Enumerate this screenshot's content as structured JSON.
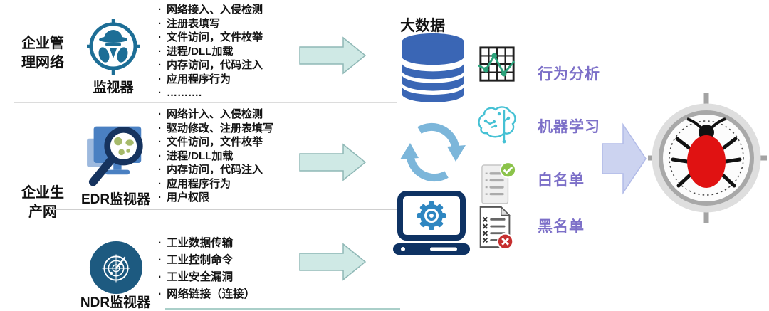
{
  "diagram_title": "EDR/NDR security monitoring data-flow diagram",
  "sections": [
    {
      "network_line1": "企业管",
      "network_line2": "理网络",
      "monitor_label": "监视器",
      "icon": "spy-crosshair-icon",
      "bullets": [
        "网络接入、入侵检测",
        "注册表填写",
        "文件访问，文件枚举",
        "进程/DLL加载",
        "内存访问，代码注入",
        "应用程序行为",
        "………."
      ]
    },
    {
      "network_line1": "企业生",
      "network_line2": "产网",
      "monitor_label": "EDR监视器",
      "icon": "magnifier-monitor-icon",
      "bullets": [
        "网络计入、入侵检测",
        "驱动修改、注册表填写",
        "文件访问，文件枚举",
        "进程/DLL加载",
        "内存访问，代码注入",
        "应用程序行为",
        "用户权限"
      ]
    },
    {
      "network_line1": "",
      "network_line2": "",
      "monitor_label": "NDR监视器",
      "icon": "radar-circle-icon",
      "bullets": [
        "工业数据传输",
        "工业控制命令",
        "工业安全漏洞",
        "网络链接（连接）"
      ]
    }
  ],
  "center": {
    "big_data_title": "大数据",
    "icons": [
      "database-icon",
      "sync-arrows-icon",
      "gear-monitor-icon"
    ]
  },
  "outputs": [
    {
      "label": "行为分析",
      "icon": "behavior-analysis-chart-icon"
    },
    {
      "label": "机器学习",
      "icon": "machine-learning-brain-icon"
    },
    {
      "label": "白名单",
      "icon": "whitelist-check-document-icon"
    },
    {
      "label": "黑名单",
      "icon": "blacklist-cross-document-icon"
    }
  ],
  "result": {
    "icon": "bug-in-target-icon"
  },
  "colors": {
    "arrow_teal_fill": "#cfe9e5",
    "arrow_teal_stroke": "#8fb8b6",
    "arrow_lavender_fill": "#ccd3f0",
    "label_purple": "#7c6fc8",
    "spy_teal": "#1d6e96",
    "edr_blue": "#4a80c2",
    "magnifier_navy": "#16335e",
    "germ_green": "#a6ba6b",
    "ndr_blue": "#1d5a80",
    "database_blue": "#3a66b5",
    "sync_blue": "#7cb6da",
    "monitor_navy": "#0e3263",
    "gear_teal": "#2e86c1",
    "chart_green": "#2ba37b",
    "brain_teal": "#45c1d4",
    "check_green": "#8bc34a",
    "cross_red": "#c62f2f",
    "bug_red": "#e01212",
    "target_gray": "#a3a3a3"
  }
}
